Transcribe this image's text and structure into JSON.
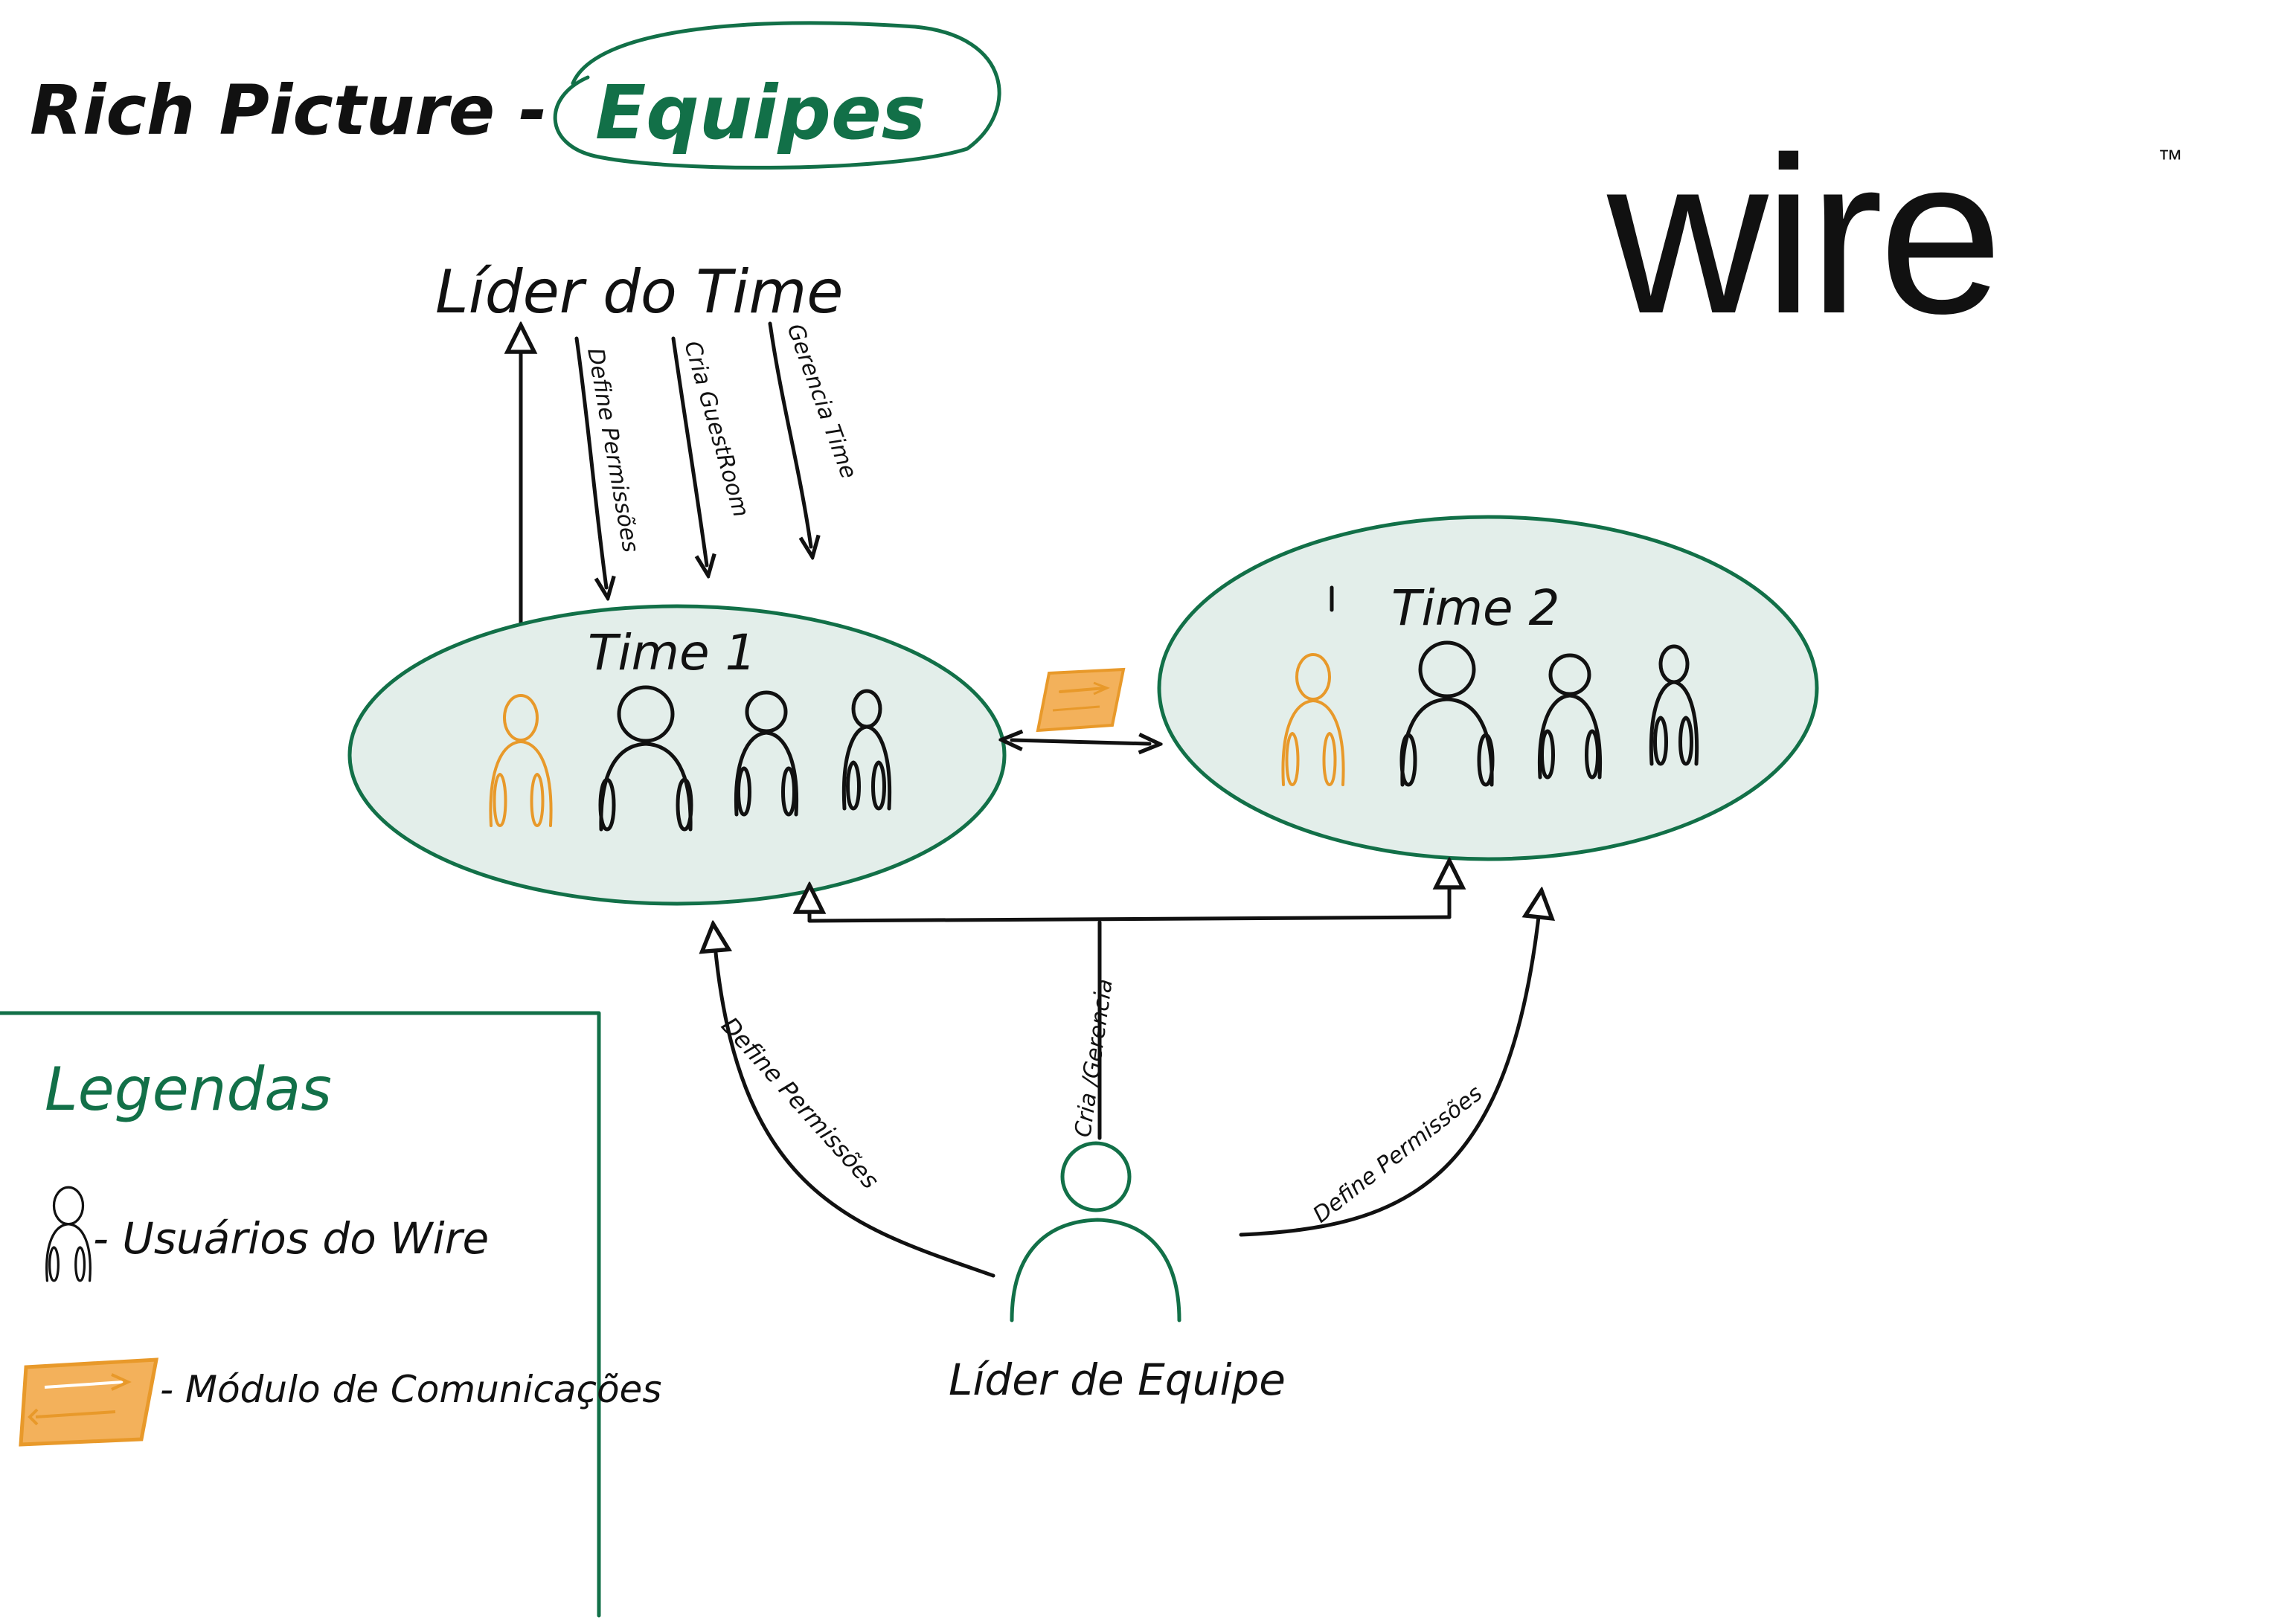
{
  "title": {
    "prefix": "Rich Picture -",
    "highlight": "Equipes"
  },
  "logo": {
    "text": "wire",
    "trademark": "™"
  },
  "top_leader": {
    "label": "Líder do Time",
    "arrows": [
      {
        "label": "Define Permissões"
      },
      {
        "label": "Cria GuestRoom"
      },
      {
        "label": "Gerencia Time"
      }
    ]
  },
  "teams": [
    {
      "label": "Time 1"
    },
    {
      "label": "Time 2"
    }
  ],
  "bottom_leader": {
    "label": "Líder de Equipe",
    "left_arrow": "Define Permissões",
    "center_arrow": "Cria /Gerencia",
    "right_arrow": "Define Permissões"
  },
  "legend": {
    "title": "Legendas",
    "items": [
      {
        "icon": "person-icon",
        "label": "- Usuários do Wire"
      },
      {
        "icon": "communication-module-icon",
        "label": "- Módulo de Comunicações"
      }
    ]
  },
  "colors": {
    "green": "#127048",
    "team_fill": "#E3EEEA",
    "orange": "#E8992A",
    "orange_fill": "#F3B15B",
    "ink": "#111111"
  }
}
